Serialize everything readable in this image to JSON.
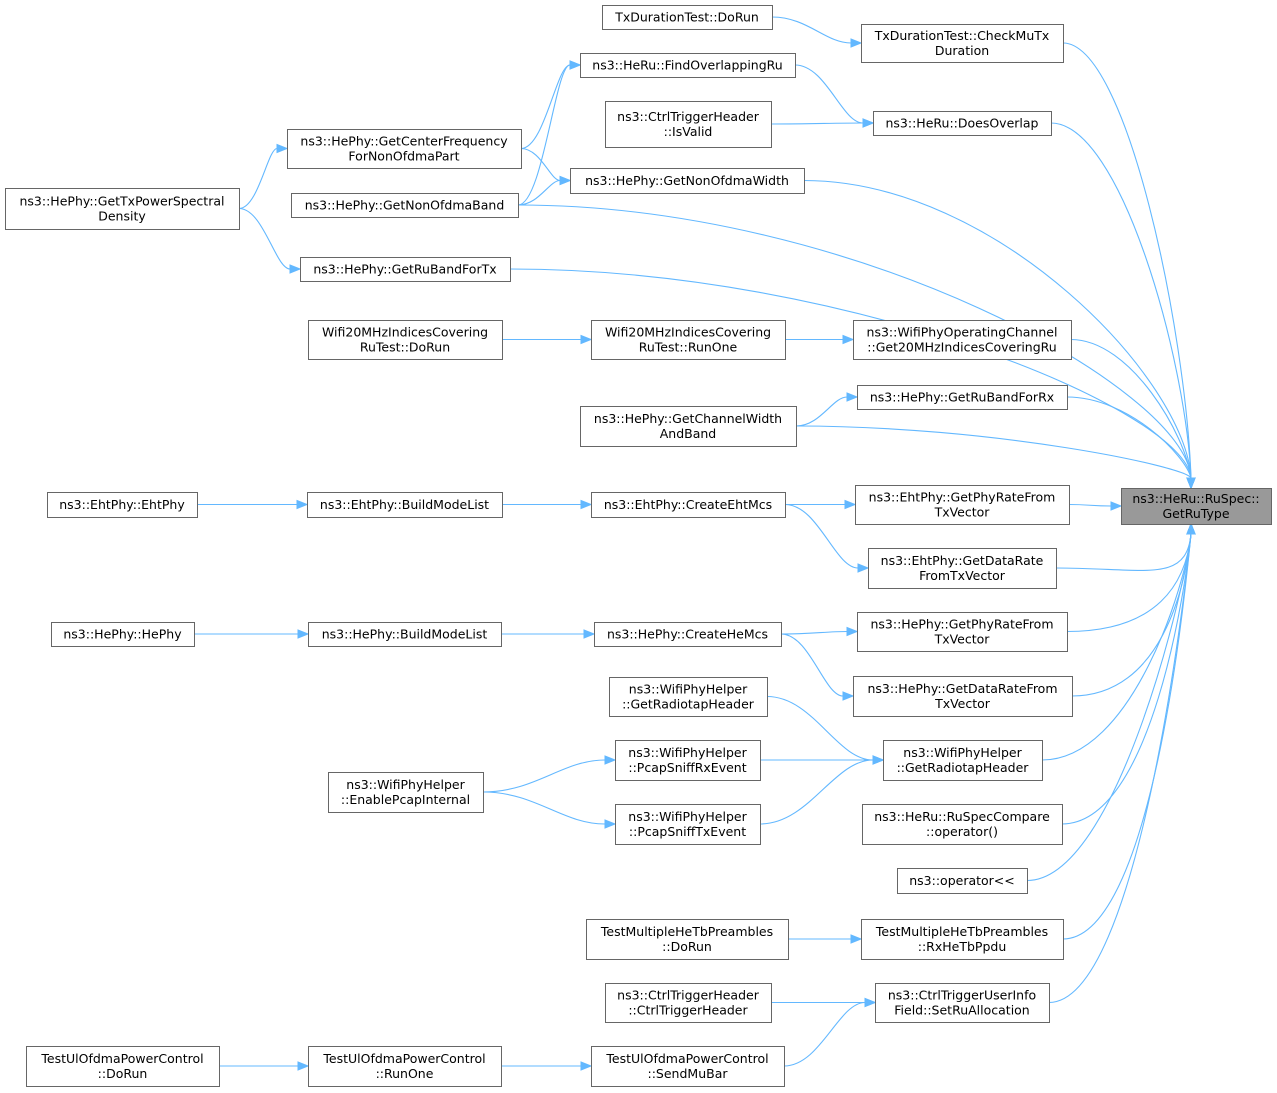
{
  "graph": {
    "root": "root",
    "colors": {
      "edge": "#63b8ff",
      "node_border": "#666666",
      "root_fill": "#999999",
      "node_fill": "#ffffff"
    },
    "nodes": [
      {
        "id": "root",
        "lines": [
          "ns3::HeRu::RuSpec::",
          "GetRuType"
        ]
      },
      {
        "id": "n_txdur_check",
        "lines": [
          "TxDurationTest::CheckMuTx",
          "Duration"
        ]
      },
      {
        "id": "n_txdur_dorun",
        "lines": [
          "TxDurationTest::DoRun"
        ]
      },
      {
        "id": "n_doesoverlap",
        "lines": [
          "ns3::HeRu::DoesOverlap"
        ]
      },
      {
        "id": "n_findoverlap",
        "lines": [
          "ns3::HeRu::FindOverlappingRu"
        ]
      },
      {
        "id": "n_ctrltrig_isvalid",
        "lines": [
          "ns3::CtrlTriggerHeader",
          "::IsValid"
        ]
      },
      {
        "id": "n_nonofdmawidth",
        "lines": [
          "ns3::HePhy::GetNonOfdmaWidth"
        ]
      },
      {
        "id": "n_centerfreq",
        "lines": [
          "ns3::HePhy::GetCenterFrequency",
          "ForNonOfdmaPart"
        ]
      },
      {
        "id": "n_nonofdmaband",
        "lines": [
          "ns3::HePhy::GetNonOfdmaBand"
        ]
      },
      {
        "id": "n_txpsd",
        "lines": [
          "ns3::HePhy::GetTxPowerSpectral",
          "Density"
        ]
      },
      {
        "id": "n_rubandtx",
        "lines": [
          "ns3::HePhy::GetRuBandForTx"
        ]
      },
      {
        "id": "n_opchan_get20",
        "lines": [
          "ns3::WifiPhyOperatingChannel",
          "::Get20MHzIndicesCoveringRu"
        ]
      },
      {
        "id": "n_w20_runone",
        "lines": [
          "Wifi20MHzIndicesCovering",
          "RuTest::RunOne"
        ]
      },
      {
        "id": "n_w20_dorun",
        "lines": [
          "Wifi20MHzIndicesCovering",
          "RuTest::DoRun"
        ]
      },
      {
        "id": "n_rubandrx",
        "lines": [
          "ns3::HePhy::GetRuBandForRx"
        ]
      },
      {
        "id": "n_chwidthband",
        "lines": [
          "ns3::HePhy::GetChannelWidth",
          "AndBand"
        ]
      },
      {
        "id": "n_eht_phyrate",
        "lines": [
          "ns3::EhtPhy::GetPhyRateFrom",
          "TxVector"
        ]
      },
      {
        "id": "n_eht_createmcs",
        "lines": [
          "ns3::EhtPhy::CreateEhtMcs"
        ]
      },
      {
        "id": "n_eht_buildmode",
        "lines": [
          "ns3::EhtPhy::BuildModeList"
        ]
      },
      {
        "id": "n_eht_ctor",
        "lines": [
          "ns3::EhtPhy::EhtPhy"
        ]
      },
      {
        "id": "n_eht_datarate",
        "lines": [
          "ns3::EhtPhy::GetDataRate",
          "FromTxVector"
        ]
      },
      {
        "id": "n_he_phyrate",
        "lines": [
          "ns3::HePhy::GetPhyRateFrom",
          "TxVector"
        ]
      },
      {
        "id": "n_he_createmcs",
        "lines": [
          "ns3::HePhy::CreateHeMcs"
        ]
      },
      {
        "id": "n_he_buildmode",
        "lines": [
          "ns3::HePhy::BuildModeList"
        ]
      },
      {
        "id": "n_he_ctor",
        "lines": [
          "ns3::HePhy::HePhy"
        ]
      },
      {
        "id": "n_he_datarate",
        "lines": [
          "ns3::HePhy::GetDataRateFrom",
          "TxVector"
        ]
      },
      {
        "id": "n_radiotap_main",
        "lines": [
          "ns3::WifiPhyHelper",
          "::GetRadiotapHeader"
        ]
      },
      {
        "id": "n_radiotap_left",
        "lines": [
          "ns3::WifiPhyHelper",
          "::GetRadiotapHeader"
        ]
      },
      {
        "id": "n_sniffrx",
        "lines": [
          "ns3::WifiPhyHelper",
          "::PcapSniffRxEvent"
        ]
      },
      {
        "id": "n_snifftx",
        "lines": [
          "ns3::WifiPhyHelper",
          "::PcapSniffTxEvent"
        ]
      },
      {
        "id": "n_enablepcap",
        "lines": [
          "ns3::WifiPhyHelper",
          "::EnablePcapInternal"
        ]
      },
      {
        "id": "n_ruspeccompare",
        "lines": [
          "ns3::HeRu::RuSpecCompare",
          "::operator()"
        ]
      },
      {
        "id": "n_operator_shl",
        "lines": [
          "ns3::operator<<"
        ]
      },
      {
        "id": "n_tmhtp_rx",
        "lines": [
          "TestMultipleHeTbPreambles",
          "::RxHeTbPpdu"
        ]
      },
      {
        "id": "n_tmhtp_dorun",
        "lines": [
          "TestMultipleHeTbPreambles",
          "::DoRun"
        ]
      },
      {
        "id": "n_setrualloc",
        "lines": [
          "ns3::CtrlTriggerUserInfo",
          "Field::SetRuAllocation"
        ]
      },
      {
        "id": "n_ctrltrig_ctor",
        "lines": [
          "ns3::CtrlTriggerHeader",
          "::CtrlTriggerHeader"
        ]
      },
      {
        "id": "n_ulpc_sendmubar",
        "lines": [
          "TestUlOfdmaPowerControl",
          "::SendMuBar"
        ]
      },
      {
        "id": "n_ulpc_runone",
        "lines": [
          "TestUlOfdmaPowerControl",
          "::RunOne"
        ]
      },
      {
        "id": "n_ulpc_dorun",
        "lines": [
          "TestUlOfdmaPowerControl",
          "::DoRun"
        ]
      }
    ],
    "edges": [
      {
        "from": "n_txdur_check",
        "to": "root"
      },
      {
        "from": "n_txdur_dorun",
        "to": "n_txdur_check"
      },
      {
        "from": "n_doesoverlap",
        "to": "root"
      },
      {
        "from": "n_findoverlap",
        "to": "n_doesoverlap"
      },
      {
        "from": "n_ctrltrig_isvalid",
        "to": "n_doesoverlap"
      },
      {
        "from": "n_centerfreq",
        "to": "n_findoverlap"
      },
      {
        "from": "n_nonofdmaband",
        "to": "n_findoverlap"
      },
      {
        "from": "n_nonofdmawidth",
        "to": "root"
      },
      {
        "from": "n_centerfreq",
        "to": "n_nonofdmawidth"
      },
      {
        "from": "n_nonofdmaband",
        "to": "n_nonofdmawidth"
      },
      {
        "from": "n_nonofdmaband",
        "to": "root"
      },
      {
        "from": "n_txpsd",
        "to": "n_centerfreq"
      },
      {
        "from": "n_txpsd",
        "to": "n_rubandtx"
      },
      {
        "from": "n_rubandtx",
        "to": "root"
      },
      {
        "from": "n_opchan_get20",
        "to": "root"
      },
      {
        "from": "n_w20_runone",
        "to": "n_opchan_get20"
      },
      {
        "from": "n_w20_dorun",
        "to": "n_w20_runone"
      },
      {
        "from": "n_rubandrx",
        "to": "root"
      },
      {
        "from": "n_chwidthband",
        "to": "n_rubandrx"
      },
      {
        "from": "n_chwidthband",
        "to": "root"
      },
      {
        "from": "n_eht_phyrate",
        "to": "root"
      },
      {
        "from": "n_eht_createmcs",
        "to": "n_eht_phyrate"
      },
      {
        "from": "n_eht_createmcs",
        "to": "n_eht_datarate"
      },
      {
        "from": "n_eht_buildmode",
        "to": "n_eht_createmcs"
      },
      {
        "from": "n_eht_ctor",
        "to": "n_eht_buildmode"
      },
      {
        "from": "n_eht_datarate",
        "to": "root"
      },
      {
        "from": "n_he_phyrate",
        "to": "root"
      },
      {
        "from": "n_he_createmcs",
        "to": "n_he_phyrate"
      },
      {
        "from": "n_he_createmcs",
        "to": "n_he_datarate"
      },
      {
        "from": "n_he_buildmode",
        "to": "n_he_createmcs"
      },
      {
        "from": "n_he_ctor",
        "to": "n_he_buildmode"
      },
      {
        "from": "n_he_datarate",
        "to": "root"
      },
      {
        "from": "n_radiotap_main",
        "to": "root"
      },
      {
        "from": "n_radiotap_left",
        "to": "n_radiotap_main"
      },
      {
        "from": "n_sniffrx",
        "to": "n_radiotap_main"
      },
      {
        "from": "n_snifftx",
        "to": "n_radiotap_main"
      },
      {
        "from": "n_enablepcap",
        "to": "n_sniffrx"
      },
      {
        "from": "n_enablepcap",
        "to": "n_snifftx"
      },
      {
        "from": "n_ruspeccompare",
        "to": "root"
      },
      {
        "from": "n_operator_shl",
        "to": "root"
      },
      {
        "from": "n_tmhtp_rx",
        "to": "root"
      },
      {
        "from": "n_tmhtp_dorun",
        "to": "n_tmhtp_rx"
      },
      {
        "from": "n_setrualloc",
        "to": "root"
      },
      {
        "from": "n_ctrltrig_ctor",
        "to": "n_setrualloc"
      },
      {
        "from": "n_ulpc_sendmubar",
        "to": "n_setrualloc"
      },
      {
        "from": "n_ulpc_runone",
        "to": "n_ulpc_sendmubar"
      },
      {
        "from": "n_ulpc_dorun",
        "to": "n_ulpc_runone"
      }
    ]
  }
}
